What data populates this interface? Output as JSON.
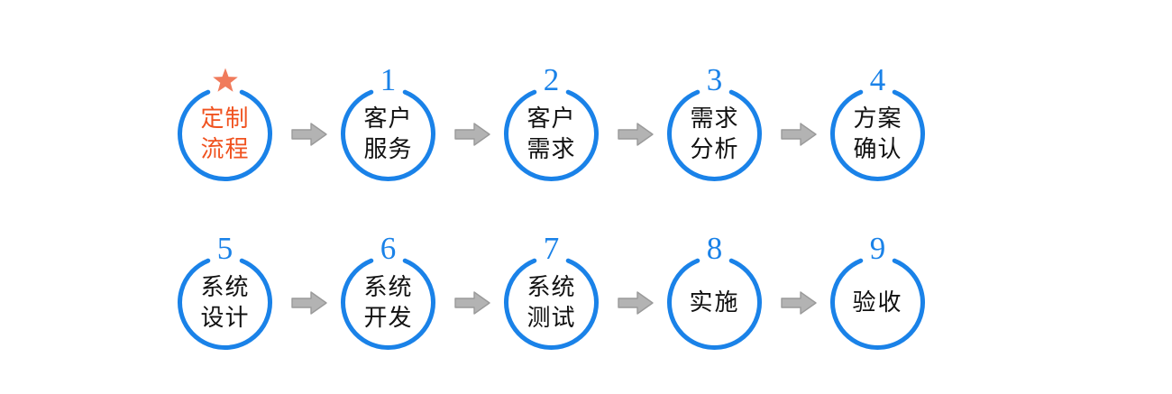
{
  "diagram": {
    "title": "定制流程",
    "type": "process-flow",
    "colors": {
      "ring": "#1a82e8",
      "number": "#1a82e8",
      "start_text": "#f0521f",
      "star": "#f07b5c",
      "step_text": "#111111",
      "arrow_fill": "#b3b3b3",
      "arrow_stroke": "#9a9a9a",
      "background": "#ffffff"
    },
    "rows": [
      {
        "row_id": "row-1",
        "nodes": [
          {
            "badge_type": "star",
            "badge": "★",
            "lines": [
              "定制",
              "流程"
            ],
            "is_start": true
          },
          {
            "badge_type": "number",
            "badge": "1",
            "lines": [
              "客户",
              "服务"
            ],
            "is_start": false
          },
          {
            "badge_type": "number",
            "badge": "2",
            "lines": [
              "客户",
              "需求"
            ],
            "is_start": false
          },
          {
            "badge_type": "number",
            "badge": "3",
            "lines": [
              "需求",
              "分析"
            ],
            "is_start": false
          },
          {
            "badge_type": "number",
            "badge": "4",
            "lines": [
              "方案",
              "确认"
            ],
            "is_start": false
          }
        ]
      },
      {
        "row_id": "row-2",
        "nodes": [
          {
            "badge_type": "number",
            "badge": "5",
            "lines": [
              "系统",
              "设计"
            ],
            "is_start": false
          },
          {
            "badge_type": "number",
            "badge": "6",
            "lines": [
              "系统",
              "开发"
            ],
            "is_start": false
          },
          {
            "badge_type": "number",
            "badge": "7",
            "lines": [
              "系统",
              "测试"
            ],
            "is_start": false
          },
          {
            "badge_type": "number",
            "badge": "8",
            "lines": [
              "实施"
            ],
            "is_start": false
          },
          {
            "badge_type": "number",
            "badge": "9",
            "lines": [
              "验收"
            ],
            "is_start": false
          }
        ]
      }
    ],
    "connector_icon": "right-arrow-icon"
  }
}
